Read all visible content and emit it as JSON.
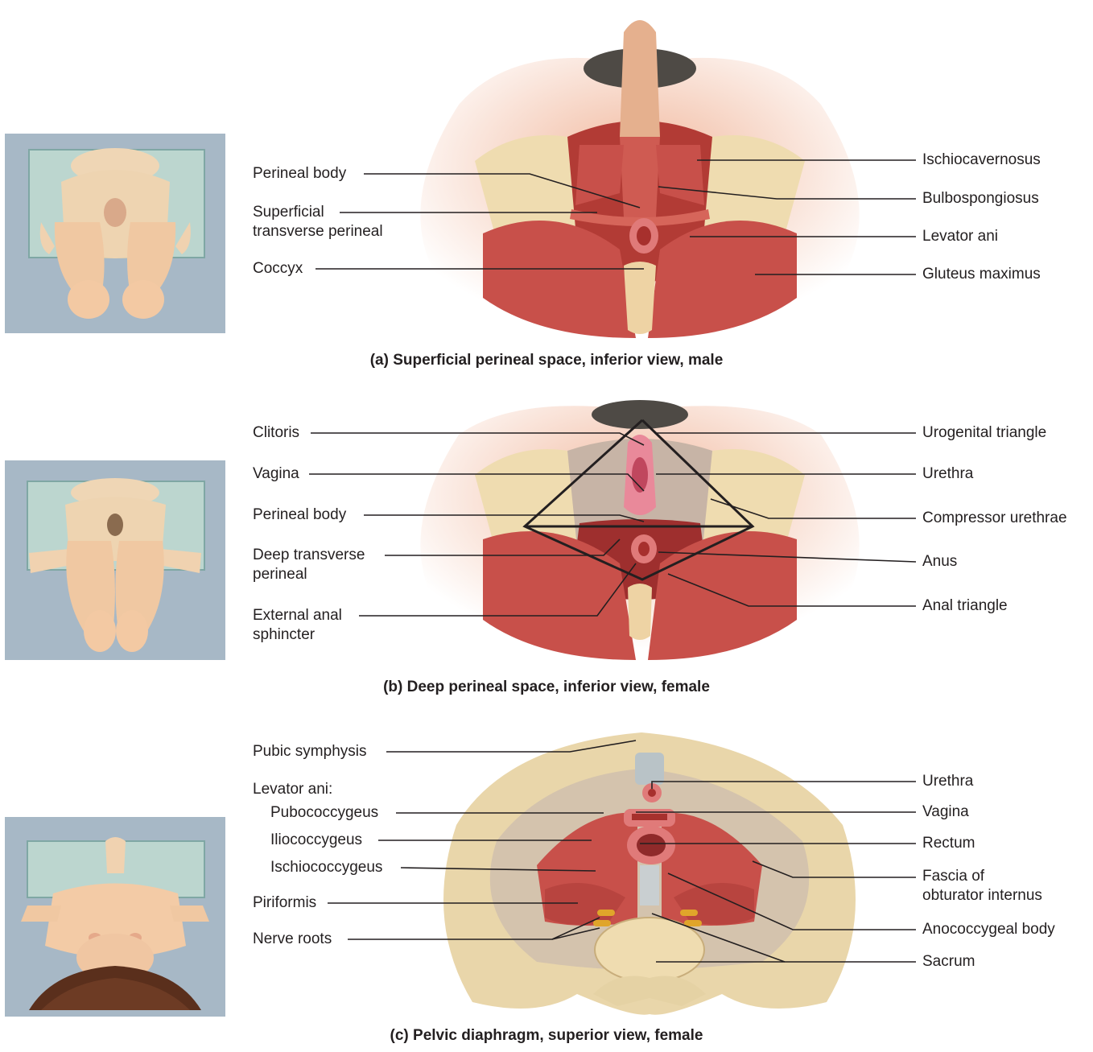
{
  "panels": [
    {
      "caption": "(a) Superficial perineal space, inferior view, male",
      "labels_left": [
        "Perineal body",
        "Superficial\ntransverse perineal",
        "Coccyx"
      ],
      "labels_right": [
        "Ischiocavernosus",
        "Bulbospongiosus",
        "Levator ani",
        "Gluteus maximus"
      ]
    },
    {
      "caption": "(b) Deep perineal space, inferior view, female",
      "labels_left": [
        "Clitoris",
        "Vagina",
        "Perineal body",
        "Deep transverse\nperineal",
        "External anal\nsphincter"
      ],
      "labels_right": [
        "Urogenital triangle",
        "Urethra",
        "Compressor urethrae",
        "Anus",
        "Anal triangle"
      ]
    },
    {
      "caption": "(c) Pelvic diaphragm, superior view, female",
      "labels_left": [
        "Pubic symphysis",
        "Levator ani:",
        "Pubococcygeus",
        "Iliococcygeus",
        "Ischiococcygeus",
        "Piriformis",
        "Nerve roots"
      ],
      "labels_right": [
        "Urethra",
        "Vagina",
        "Rectum",
        "Fascia of\nobturator internus",
        "Anococcygeal body",
        "Sacrum"
      ]
    }
  ],
  "colors": {
    "thumb_bg": "#a7b8c6",
    "table": "#b9d3cc",
    "skin": "#f1c9a4",
    "bone": "#eedcae",
    "muscle": "#c8504a",
    "muscle_dark": "#9e2f2e",
    "glow": "#f3c2a7"
  }
}
